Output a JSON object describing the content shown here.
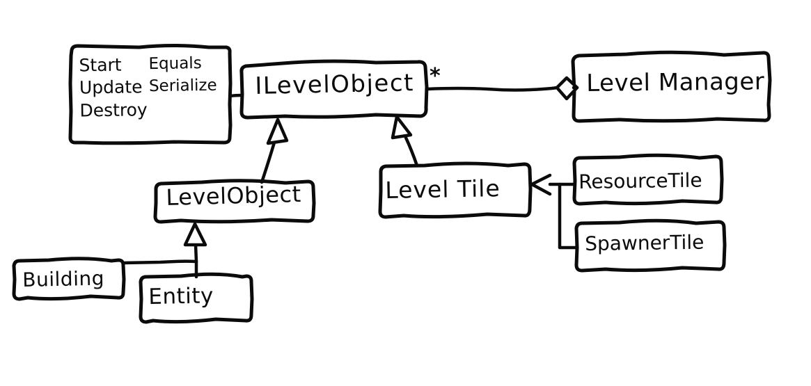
{
  "diagram": {
    "kind": "hand-drawn-uml-class-diagram",
    "title": "",
    "stroke_color": "#0b0b0b",
    "background_color": "#ffffff",
    "nodes": [
      {
        "id": "methods",
        "label": "",
        "kind": "note-box",
        "methods_left": [
          "Start",
          "Update",
          "Destroy"
        ],
        "methods_right": [
          "Equals",
          "Serialize"
        ]
      },
      {
        "id": "ilevelobject",
        "label": "ILevelObject",
        "kind": "interface"
      },
      {
        "id": "levelmanager",
        "label": "Level Manager",
        "kind": "class"
      },
      {
        "id": "levelobject",
        "label": "LevelObject",
        "kind": "class"
      },
      {
        "id": "leveltile",
        "label": "Level Tile",
        "kind": "class"
      },
      {
        "id": "resourcetile",
        "label": "ResourceTile",
        "kind": "class"
      },
      {
        "id": "spawnertile",
        "label": "SpawnerTile",
        "kind": "class"
      },
      {
        "id": "building",
        "label": "Building",
        "kind": "class"
      },
      {
        "id": "entity",
        "label": "Entity",
        "kind": "class"
      }
    ],
    "edges": [
      {
        "from": "methods",
        "to": "ilevelobject",
        "type": "note-link",
        "label": ""
      },
      {
        "from": "ilevelobject",
        "to": "levelmanager",
        "type": "aggregation",
        "label": "*"
      },
      {
        "from": "levelobject",
        "to": "ilevelobject",
        "type": "realization",
        "label": ""
      },
      {
        "from": "leveltile",
        "to": "ilevelobject",
        "type": "realization",
        "label": ""
      },
      {
        "from": "resourcetile",
        "to": "leveltile",
        "type": "inheritance",
        "label": ""
      },
      {
        "from": "spawnertile",
        "to": "leveltile",
        "type": "inheritance",
        "label": ""
      },
      {
        "from": "building",
        "to": "levelobject",
        "type": "inheritance",
        "label": ""
      },
      {
        "from": "entity",
        "to": "levelobject",
        "type": "inheritance",
        "label": ""
      }
    ],
    "methods_box": {
      "left_column": [
        "Start",
        "Update",
        "Destroy"
      ],
      "right_column": [
        "Equals",
        "Serialize"
      ]
    },
    "multiplicity_marker": "*"
  }
}
